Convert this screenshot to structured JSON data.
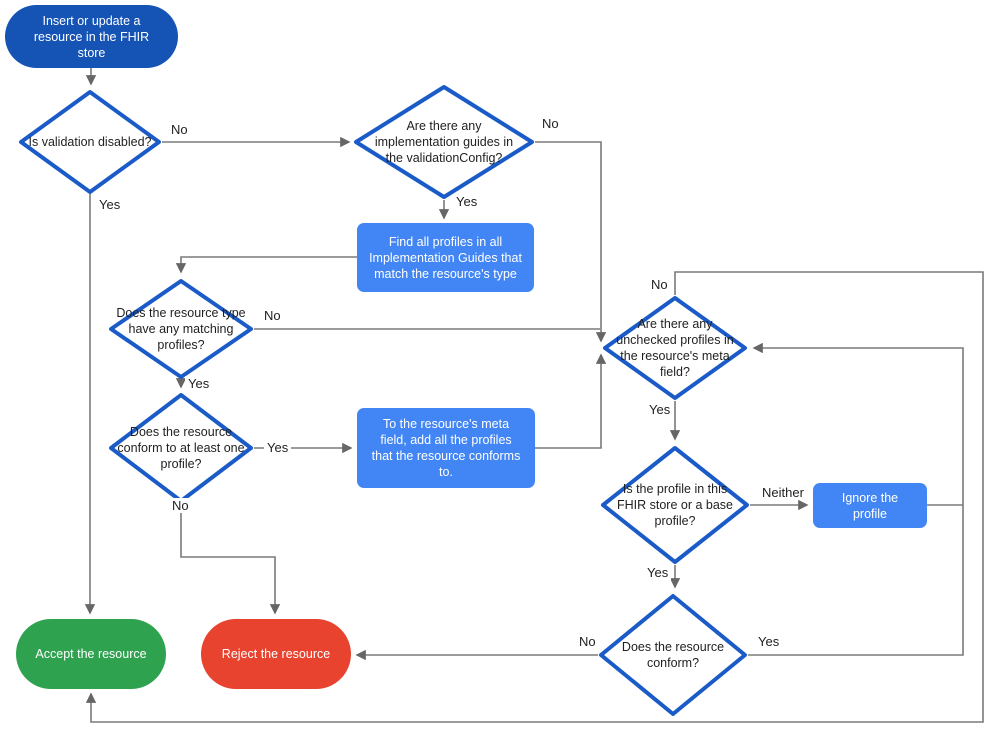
{
  "diagram": {
    "nodes": {
      "start": {
        "label": "Insert or update a resource in the FHIR store"
      },
      "validation_disabled": {
        "label": "Is validation disabled?"
      },
      "implementation_guides": {
        "label": "Are there any implementation guides in the validationConfig?"
      },
      "find_profiles": {
        "label": "Find all profiles in all Implementation Guides that match the resource's type"
      },
      "matching_profiles": {
        "label": "Does the resource type have any matching profiles?"
      },
      "conform_one": {
        "label": "Does the resource conform to at least one profile?"
      },
      "meta_field": {
        "label": "To the resource's meta field, add all the profiles that the resource conforms to."
      },
      "unchecked_profiles": {
        "label": "Are there any unchecked profiles in the resource's meta field?"
      },
      "profile_in_store": {
        "label": "Is the profile in this FHIR store or a base profile?"
      },
      "ignore_profile": {
        "label": "Ignore the profile"
      },
      "resource_conform": {
        "label": "Does the resource conform?"
      },
      "accept": {
        "label": "Accept the resource"
      },
      "reject": {
        "label": "Reject the resource"
      }
    },
    "edge_labels": {
      "validation_no": "No",
      "validation_yes": "Yes",
      "guides_no": "No",
      "guides_yes": "Yes",
      "matching_no": "No",
      "matching_yes": "Yes",
      "conform_one_yes": "Yes",
      "conform_one_no": "No",
      "unchecked_no": "No",
      "unchecked_yes": "Yes",
      "profile_neither": "Neither",
      "profile_yes": "Yes",
      "resource_conform_yes": "Yes",
      "resource_conform_no": "No"
    },
    "colors": {
      "start_node_blue": "#1553b5",
      "diamond_border_blue": "#1a5bc8",
      "process_box_blue": "#4285f4",
      "accept_green": "#2fa24f",
      "reject_red": "#e8432f",
      "connector_gray": "#7a7a7a",
      "text_dark": "#1f1f1f"
    }
  }
}
